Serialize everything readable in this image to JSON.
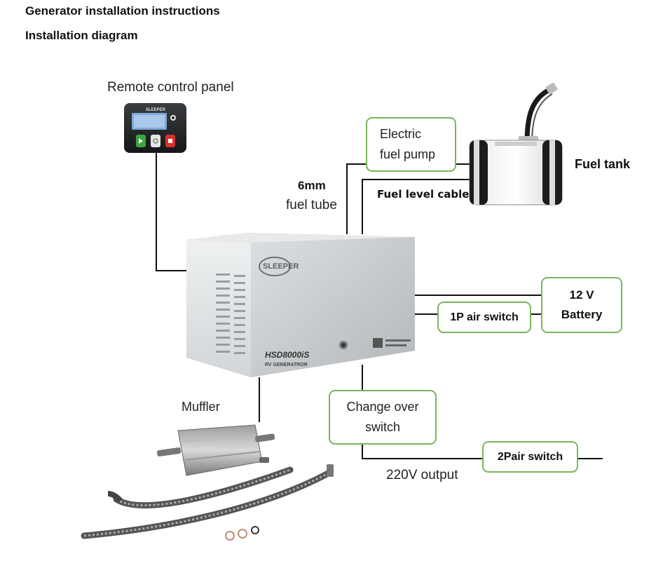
{
  "page": {
    "title": "Generator installation instructions",
    "subtitle": "Installation diagram"
  },
  "diagram": {
    "remote_panel_label": "Remote control panel",
    "fuel_pump_line1": "Electric",
    "fuel_pump_line2": "fuel pump",
    "fuel_tank_label": "Fuel tank",
    "fuel_tube_line1": "6mm",
    "fuel_tube_line2": "fuel tube",
    "fuel_level_cable_label": "Fuel level cable",
    "battery_line1": "12 V",
    "battery_line2": "Battery",
    "air_switch_label": "1P air switch",
    "changeover_line1": "Change over",
    "changeover_line2": "switch",
    "pair_switch_label": "2Pair switch",
    "output_label": "220V output",
    "muffler_label": "Muffler",
    "generator": {
      "brand": "SLEEPER",
      "model": "HSD8000iS",
      "model_sub": "RV GENERATROR"
    },
    "panel_brand": "SLEEPER"
  },
  "colors": {
    "box_border": "#7ab55c",
    "line": "#111111",
    "generator_body": "#c8cbcd"
  },
  "icons": {
    "remote_panel": "remote-control-panel-image",
    "generator": "generator-unit-image",
    "fuel_tank": "fuel-tank-image",
    "muffler": "muffler-image",
    "hoses": "exhaust-hose-image"
  }
}
